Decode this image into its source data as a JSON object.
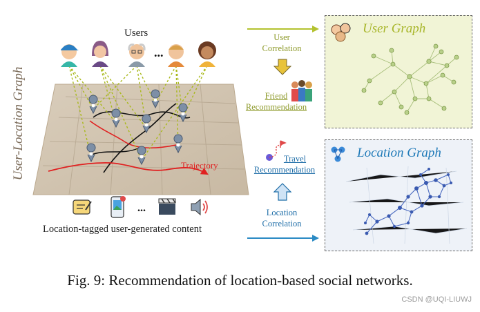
{
  "users_label": "Users",
  "ellipsis": "...",
  "side_label": "User-Location Graph",
  "trajectory_label": "Trajectory",
  "content_label": "Location-tagged user-generated content",
  "user_correlation": {
    "line1": "User",
    "line2": "Correlation"
  },
  "friend_recommendation": {
    "line1": "Friend",
    "line2": "Recommendation"
  },
  "travel_recommendation": {
    "line1": "Travel",
    "line2": "Recommendation"
  },
  "location_correlation": {
    "line1": "Location",
    "line2": "Correlation"
  },
  "user_graph_title": "User Graph",
  "location_graph_title": "Location Graph",
  "caption": "Fig. 9: Recommendation of location-based social networks.",
  "watermark": "CSDN @UQI-LIUWJ",
  "colors": {
    "olive": "#8e9a2a",
    "blue": "#1f6ea8",
    "user_panel_bg": "#f1f4d6",
    "location_panel_bg": "#eef2f8",
    "red": "#e02020"
  }
}
